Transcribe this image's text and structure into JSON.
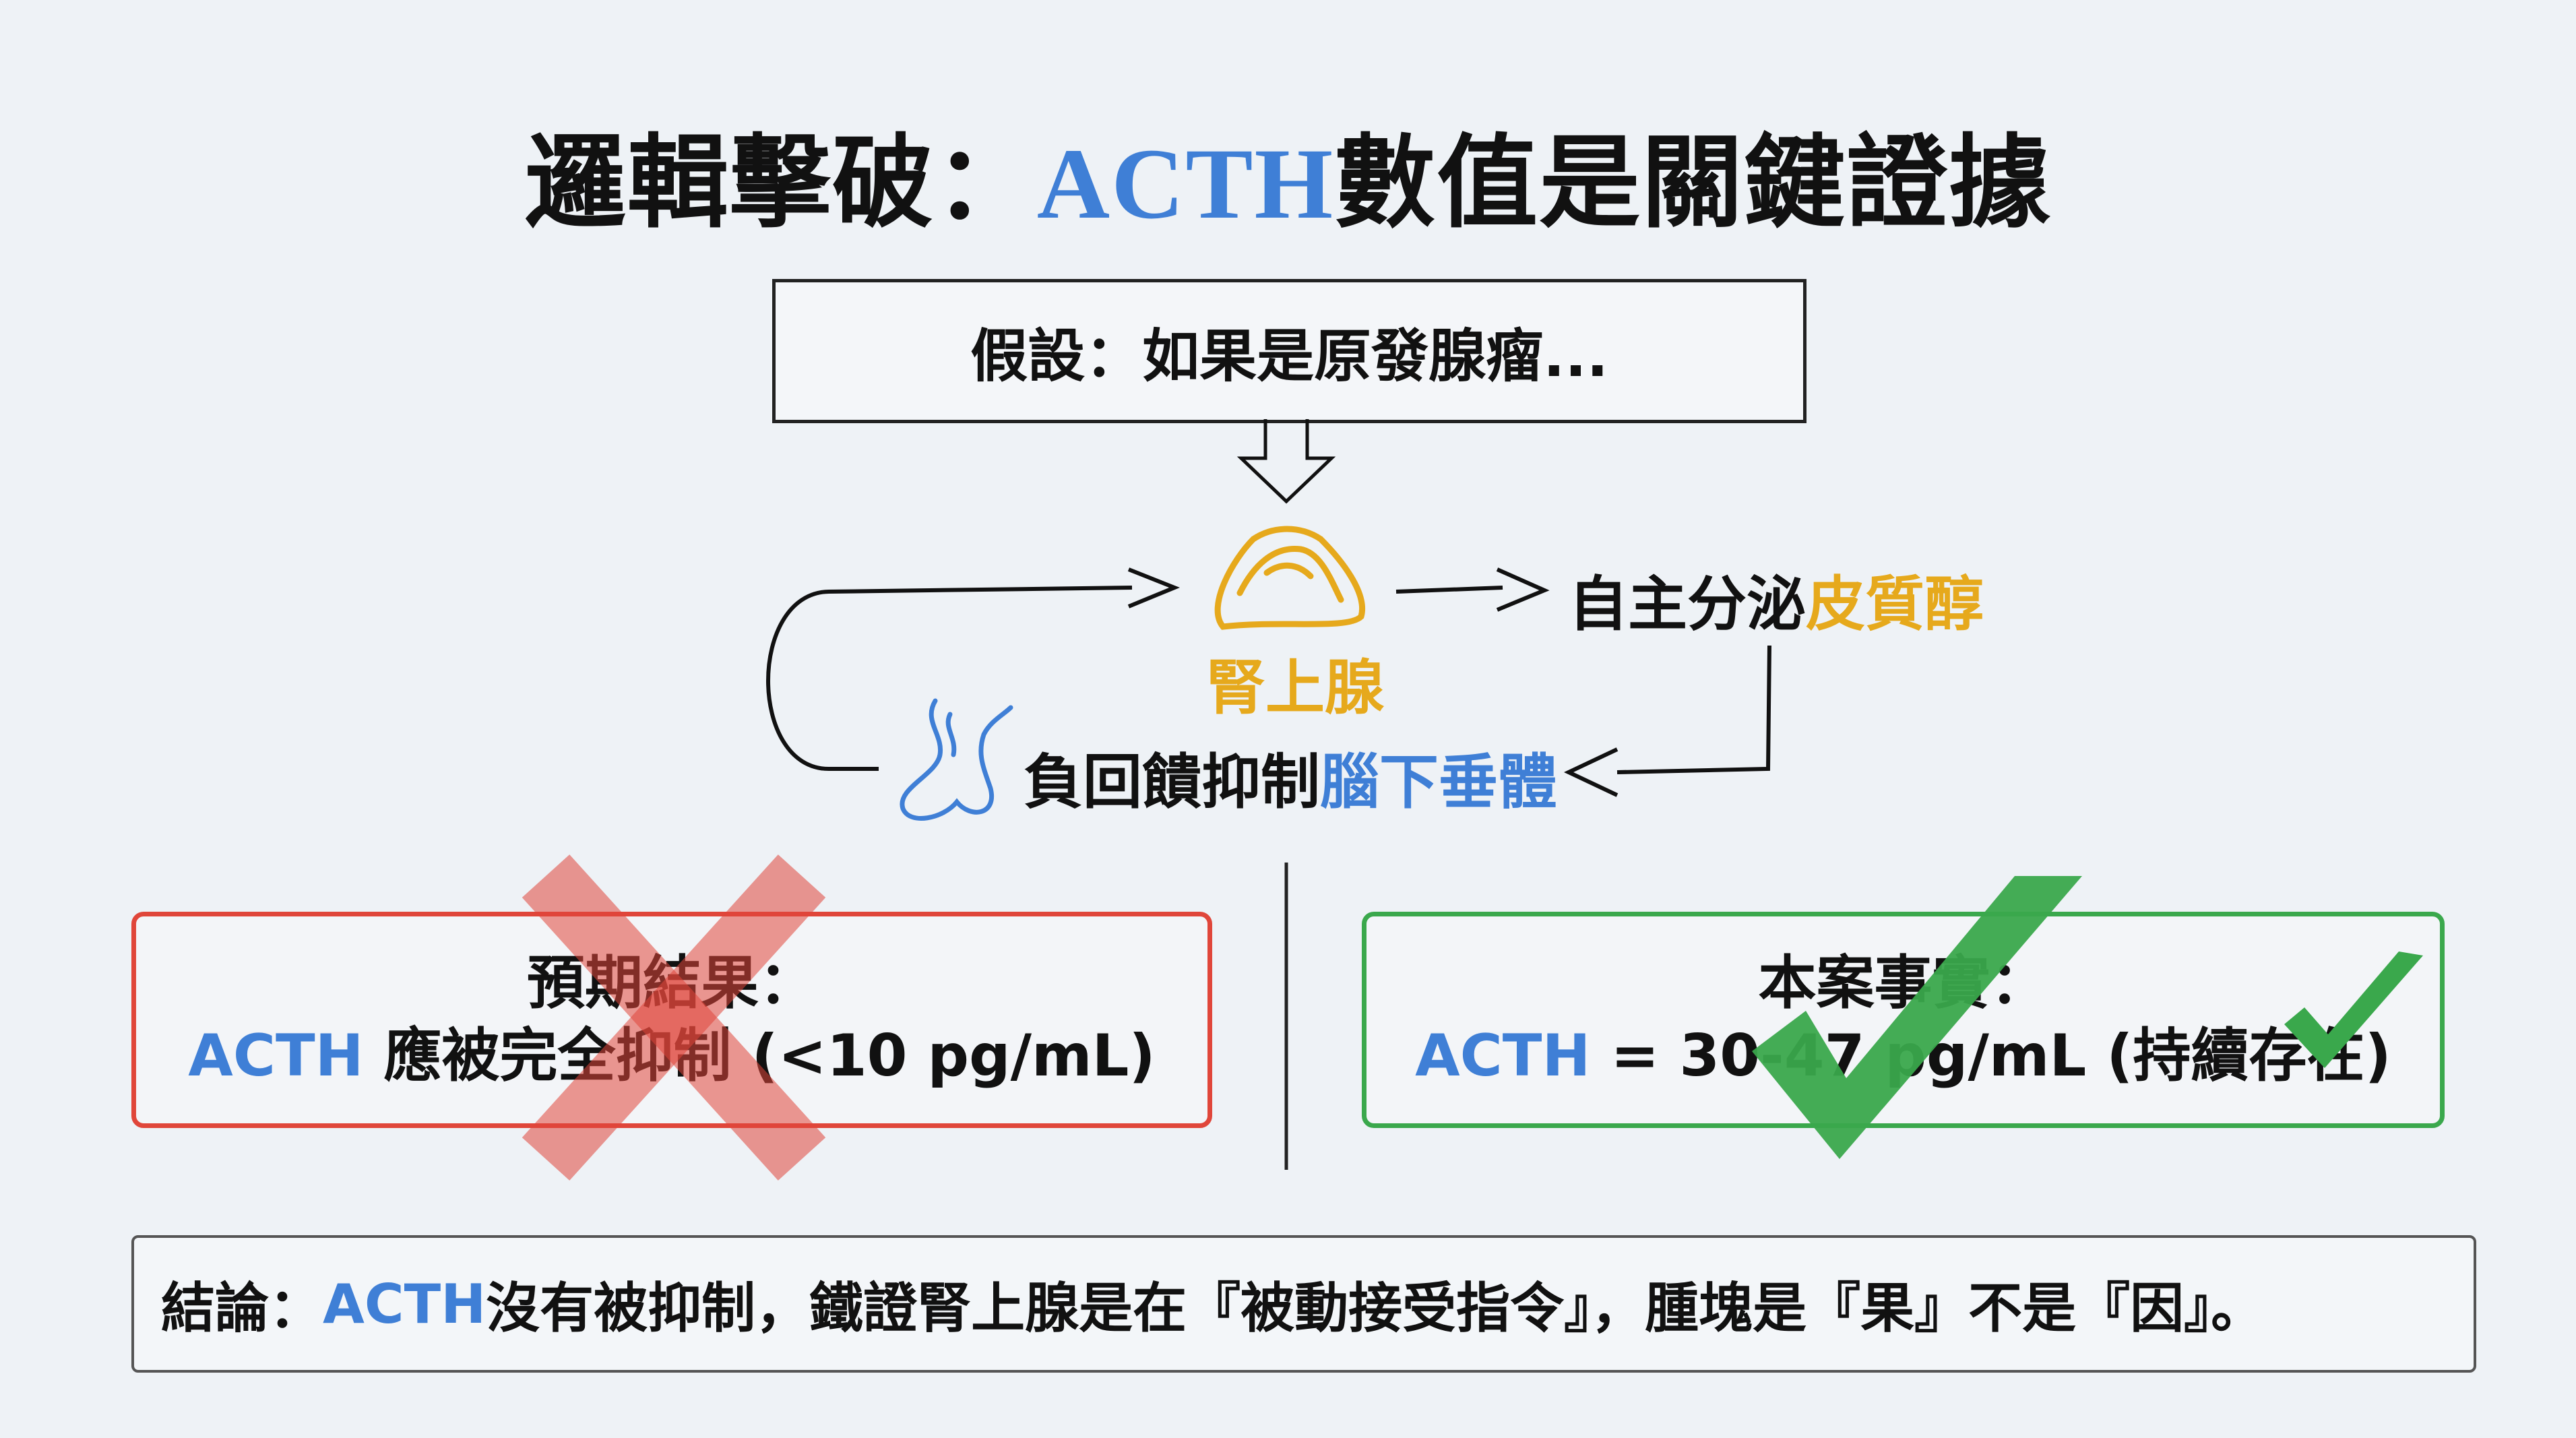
{
  "title": {
    "prefix": "邏輯擊破：",
    "highlight": "ACTH",
    "suffix": "數值是關鍵證據"
  },
  "hypothesis": "假設：如果是原發腺瘤...",
  "adrenal": {
    "label": "腎上腺",
    "icon": "adrenal-gland-icon"
  },
  "secretion": {
    "prefix": "自主分泌",
    "highlight": "皮質醇"
  },
  "feedback": {
    "prefix": "負回饋抑制",
    "highlight": "腦下垂體",
    "icon": "pituitary-gland-icon"
  },
  "expected": {
    "title": "預期結果：",
    "acth": "ACTH",
    "text": " 應被完全抑制 (<10 pg/mL)",
    "mark": "cross-icon"
  },
  "fact": {
    "title": "本案事實：",
    "acth": "ACTH",
    "text": " = 30-47 pg/mL (持續存在)",
    "mark": "check-icon"
  },
  "conclusion": {
    "prefix": "結論：",
    "acth": "ACTH",
    "text": "沒有被抑制，鐵證腎上腺是在『被動接受指令』，腫塊是『果』不是『因』。"
  },
  "colors": {
    "blue": "#3f7fd6",
    "gold": "#e6a91c",
    "red": "#e0463a",
    "green": "#3aa84c"
  }
}
